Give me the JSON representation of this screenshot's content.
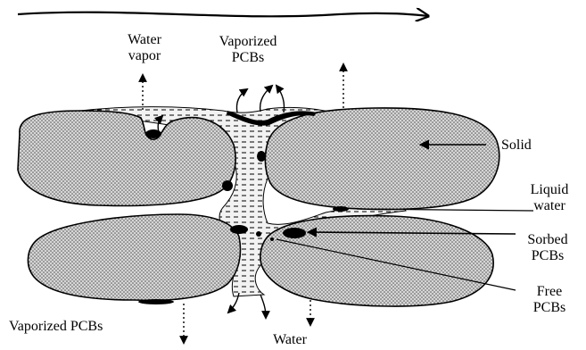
{
  "labels": {
    "water_vapor_line1": "Water",
    "water_vapor_line2": "vapor",
    "vaporized_top_line1": "Vaporized",
    "vaporized_top_line2": "PCBs",
    "solid": "Solid",
    "liquid_water_line1": "Liquid",
    "liquid_water_line2": "water",
    "sorbed_line1": "Sorbed",
    "sorbed_line2": "PCBs",
    "free_line1": "Free",
    "free_line2": "PCBs",
    "vaporized_bottom": "Vaporized PCBs",
    "water_bottom": "Water"
  },
  "colors": {
    "ink": "#000000",
    "particle_fill": "#d6d6d6",
    "water_fill": "#ededed",
    "paper": "#ffffff"
  }
}
